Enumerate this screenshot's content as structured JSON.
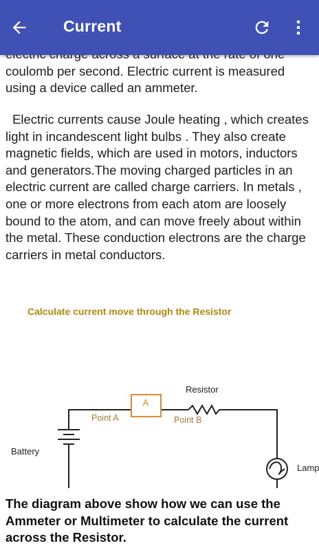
{
  "appbar": {
    "title": "Current",
    "back_icon": "arrow-left-icon",
    "refresh_icon": "refresh-icon",
    "menu_icon": "more-vert-icon",
    "color": "#3f51b5"
  },
  "article": {
    "paragraph_1": "electric charge across a surface at the rate of one coulomb per second. Electric current is measured using a device called an ammeter.",
    "paragraph_2": "Electric currents cause Joule heating , which creates light in incandescent light bulbs . They also create magnetic fields, which are used in motors, inductors and generators.The moving charged particles in an electric current are called charge carriers. In metals , one or more electrons from each atom are loosely bound to the atom, and can move freely about within the metal. These conduction electrons  are the charge carriers in metal conductors.",
    "caption": "The diagram above show how we can use the Ammeter  or Multimeter to calculate the current across the Resistor."
  },
  "diagram": {
    "title": "Calculate current move through the Resistor",
    "ammeter_label": "A",
    "resistor_label": "Resistor",
    "point_a_label": "Point A",
    "point_b_label": "Point B",
    "battery_label": "Battery",
    "lamp_label": "Lamp",
    "title_color": "#b8860b",
    "ammeter_color": "#e08a2c",
    "point_label_color": "#a87b3b"
  }
}
